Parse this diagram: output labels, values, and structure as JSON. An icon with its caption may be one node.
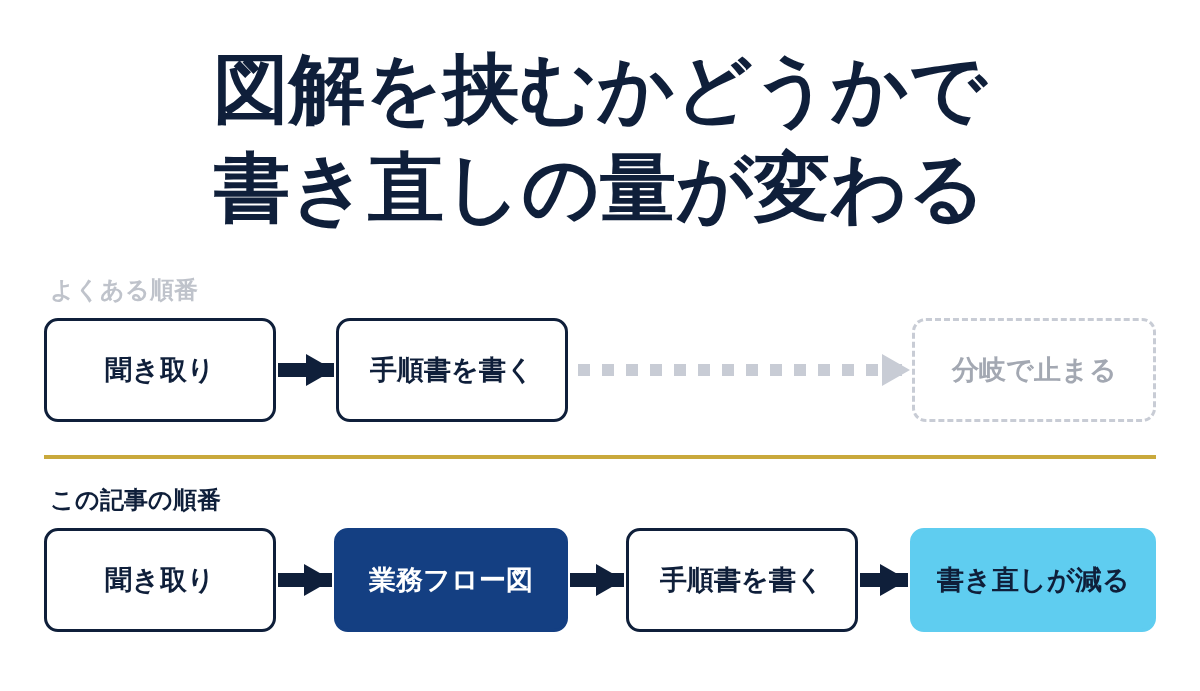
{
  "diagram": {
    "title": "図解を挟むかどうかで書き直しの量が変わる",
    "nodes": [
      {
        "text": [
          "聞き取り"
        ]
      },
      {
        "text": [
          "手順書を書く"
        ]
      },
      {
        "text": [
          "分岐で止まる"
        ]
      },
      {
        "text": [
          "聞き取り"
        ]
      },
      {
        "text": [
          "業務フロー図"
        ]
      },
      {
        "text": [
          "手順書を書く"
        ]
      },
      {
        "text": [
          "書き直しが減る"
        ]
      }
    ],
    "edges": [
      {
        "from": 0,
        "to": 1,
        "arrow": "to"
      },
      {
        "from": 1,
        "to": 2,
        "arrow": "to",
        "style": "dashed",
        "color": "#c8ccd5"
      },
      {
        "from": 3,
        "to": 4,
        "arrow": "to"
      },
      {
        "from": 4,
        "to": 5,
        "arrow": "to"
      },
      {
        "from": 5,
        "to": 6,
        "arrow": "to"
      }
    ],
    "labels": [
      "よくある順番",
      "この記事の順番"
    ]
  }
}
